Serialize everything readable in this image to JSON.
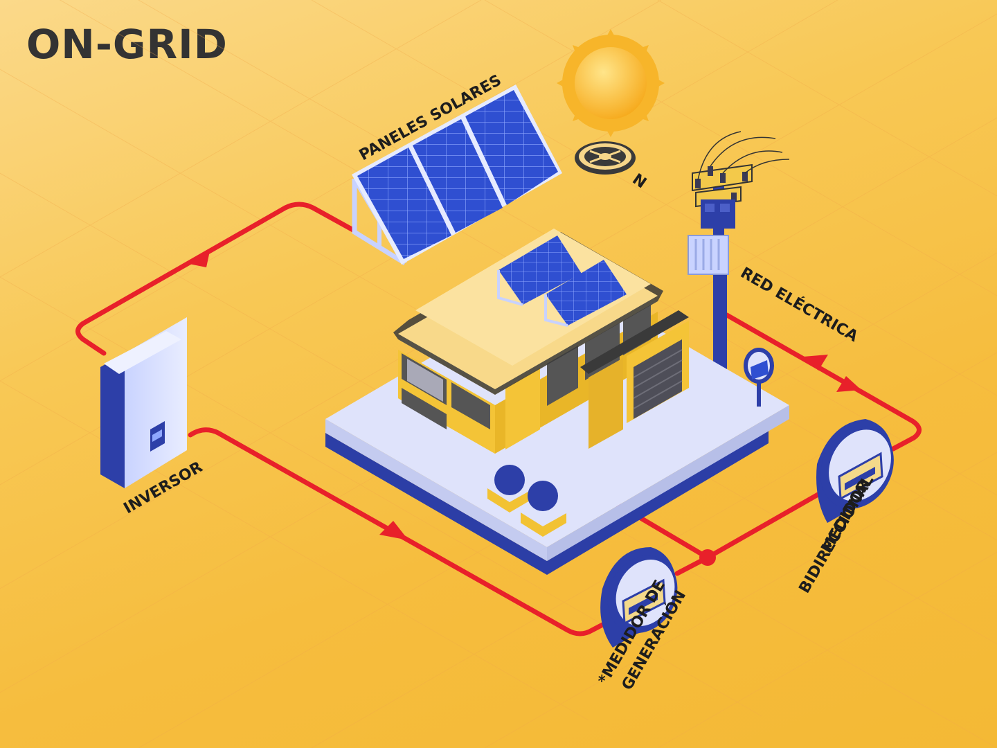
{
  "title": "ON-GRID",
  "labels": {
    "solar_panels": "PANELES SOLARES",
    "grid": "RED ELÉCTRICA",
    "inverter": "INVERSOR",
    "bidirectional_meter_1": "MEDIDOR",
    "bidirectional_meter_2": "BIDIRECCIONAL",
    "generation_meter_1": "*MEDIDOR DE",
    "generation_meter_2": "GENERACIÓN",
    "compass_north": "N"
  },
  "colors": {
    "background": "#f6bd3e",
    "flow_line": "#e8202a",
    "panel": "#2f4fd1",
    "house": "#f4c233",
    "accent": "#2a3fa5"
  }
}
